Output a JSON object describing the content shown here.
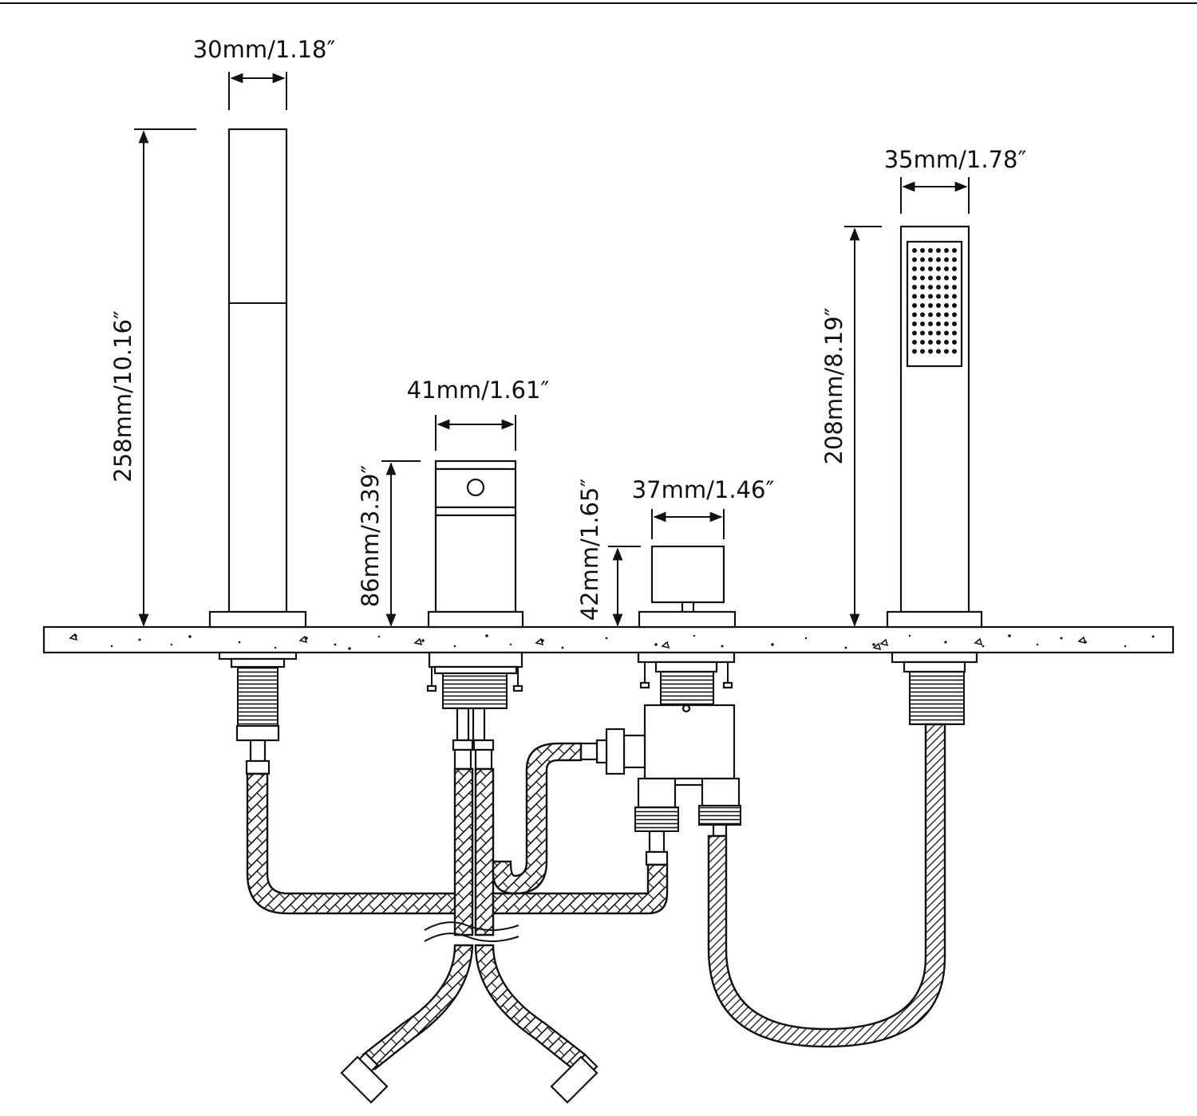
{
  "dimensions": {
    "handshower_width": "30mm/1.18″",
    "handshower_height": "258mm/10.16″",
    "spout_width": "41mm/1.61″",
    "spout_height": "86mm/3.39″",
    "handle_width": "37mm/1.46″",
    "handle_height": "42mm/1.65″",
    "sprayer_width": "35mm/1.78″",
    "sprayer_height": "208mm/8.19″"
  },
  "colors": {
    "line": "#111111",
    "background": "#ffffff"
  }
}
